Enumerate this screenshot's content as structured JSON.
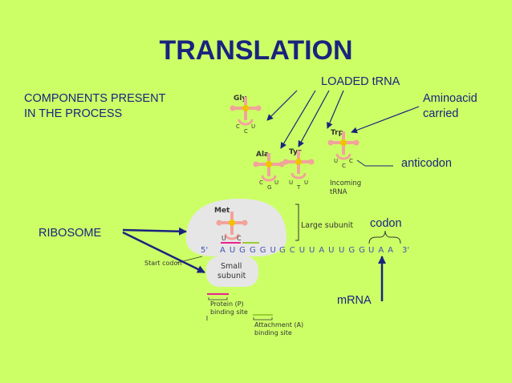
{
  "slide": {
    "title": "TRANSLATION",
    "components_line1": "COMPONENTS PRESENT",
    "components_line2": "IN THE PROCESS",
    "loaded_trna": "LOADED tRNA",
    "aminoacid_line1": "Aminoacid",
    "aminoacid_line2": "carried",
    "anticodon_label": "anticodon",
    "ribosome_label": "RIBOSOME",
    "codon_label": "codon",
    "mrna_label": "mRNA"
  },
  "trnas": [
    {
      "amino": "Gly",
      "anticodon": [
        "C",
        "C",
        "U"
      ]
    },
    {
      "amino": "Ala",
      "anticodon": [
        "C",
        "G",
        "U"
      ]
    },
    {
      "amino": "Tyr",
      "anticodon": [
        "U",
        "T",
        "U"
      ]
    },
    {
      "amino": "Trp",
      "anticodon": [
        "U",
        "C",
        "C"
      ]
    }
  ],
  "diagram": {
    "incoming_line1": "Incoming",
    "incoming_line2": "tRNA",
    "met": "Met",
    "met_anticodon": [
      "U",
      "C"
    ],
    "large_subunit": "Large subunit",
    "small_subunit_line1": "Small",
    "small_subunit_line2": "subunit",
    "start_codon": "Start codon",
    "five_prime": "5'",
    "three_prime": "3'",
    "codons": [
      "AUG",
      "GGU",
      "GCU",
      "UAU",
      "UGG",
      "UAA"
    ],
    "p_site_line1": "Protein (P)",
    "p_site_line2": "binding site",
    "a_site_line1": "Attachment (A)",
    "a_site_line2": "binding site"
  },
  "colors": {
    "background": "#ccff66",
    "title": "#1a237e",
    "text": "#1a237e",
    "arrow": "#1a237e",
    "trna_body": "#f2a39b",
    "trna_center": "#f2c200",
    "ribosome": "#e6e6e6",
    "mrna_text": "#3f51b5",
    "p_site": "#e9238d",
    "a_site": "#9acd32"
  }
}
